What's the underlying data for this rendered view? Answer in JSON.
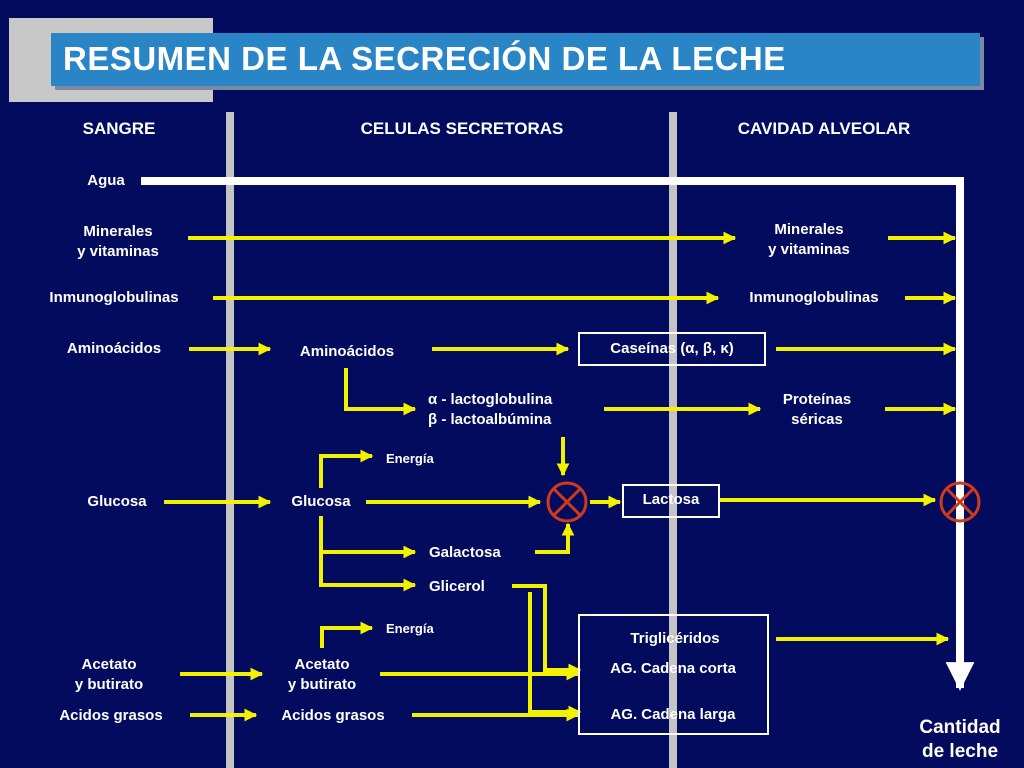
{
  "title": "RESUMEN DE LA SECRECIÓN DE LA LECHE",
  "columns": {
    "sangre": "SANGRE",
    "celulas": "CELULAS SECRETORAS",
    "cavidad": "CAVIDAD ALVEOLAR"
  },
  "labels": {
    "agua": "Agua",
    "minerales_l1": "Minerales",
    "minerales_l2": "y vitaminas",
    "minerales_r1": "Minerales",
    "minerales_r2": "y vitaminas",
    "inmuno_l": "Inmunoglobulinas",
    "inmuno_r": "Inmunoglobulinas",
    "amino_l": "Aminoácidos",
    "amino_c": "Aminoácidos",
    "caseinas": "Caseínas (α, β, κ)",
    "lacto_1": "α - lactoglobulina",
    "lacto_2": "β - lactoalbúmina",
    "proteinas_1": "Proteínas",
    "proteinas_2": "séricas",
    "energia_1": "Energía",
    "glucosa_l": "Glucosa",
    "glucosa_c": "Glucosa",
    "lactosa": "Lactosa",
    "galactosa": "Galactosa",
    "glicerol": "Glicerol",
    "energia_2": "Energía",
    "trigliceridos": "Triglicéridos",
    "ag_corta": "AG. Cadena corta",
    "ag_larga": "AG. Cadena larga",
    "acetato_l1": "Acetato",
    "acetato_l2": "y butirato",
    "acetato_c1": "Acetato",
    "acetato_c2": "y butirato",
    "acidos_l": "Acidos grasos",
    "acidos_c": "Acidos grasos",
    "cantidad_1": "Cantidad",
    "cantidad_2": "de leche"
  },
  "colors": {
    "background": "#020b5e",
    "title_bar": "#2a85c6",
    "arrow": "#f2f200",
    "milk_line": "#ffffff",
    "combine_symbol": "#d03a1a",
    "divider": "#c4c4c4"
  }
}
